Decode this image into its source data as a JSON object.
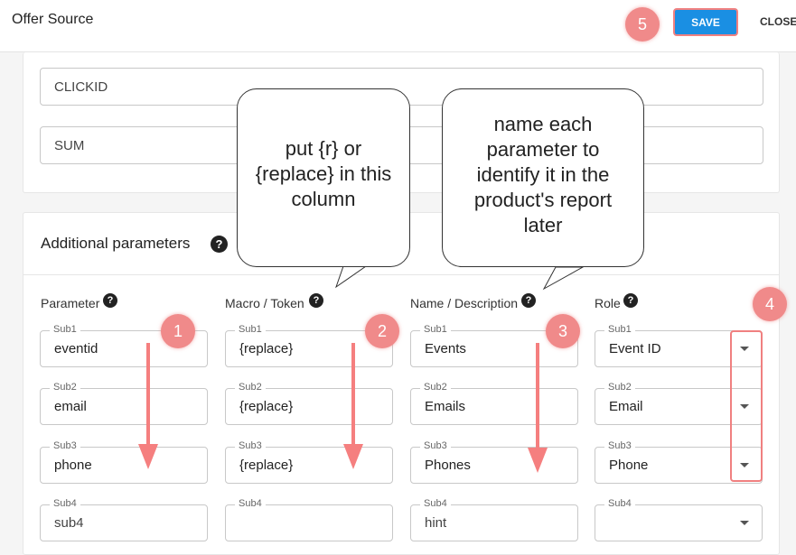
{
  "header": {
    "title": "Offer Source",
    "save_label": "SAVE",
    "close_label": "CLOSE"
  },
  "top_fields": [
    {
      "placeholder": "CLICKID"
    },
    {
      "placeholder": "SUM"
    }
  ],
  "additional": {
    "title": "Additional parameters",
    "columns": [
      "Parameter",
      "Macro / Token",
      "Name / Description",
      "Role"
    ],
    "rows": [
      {
        "label": "Sub1",
        "parameter": "eventid",
        "macro": "{replace}",
        "name": "Events",
        "role": "Event ID"
      },
      {
        "label": "Sub2",
        "parameter": "email",
        "macro": "{replace}",
        "name": "Emails",
        "role": "Email"
      },
      {
        "label": "Sub3",
        "parameter": "phone",
        "macro": "{replace}",
        "name": "Phones",
        "role": "Phone"
      },
      {
        "label": "Sub4",
        "parameter": "sub4",
        "macro": "",
        "name": "hint",
        "role": ""
      }
    ]
  },
  "annotations": {
    "bubble_macro": "put {r} or {replace} in this column",
    "bubble_name": "name each parameter to identify it in the product's report later",
    "markers": [
      "1",
      "2",
      "3",
      "4",
      "5"
    ]
  },
  "colors": {
    "accent": "#1a8fe3",
    "annotation": "#f08080"
  },
  "icons": {
    "help": "question-circle-icon",
    "dropdown": "caret-down-icon",
    "arrow": "arrow-down-icon"
  }
}
